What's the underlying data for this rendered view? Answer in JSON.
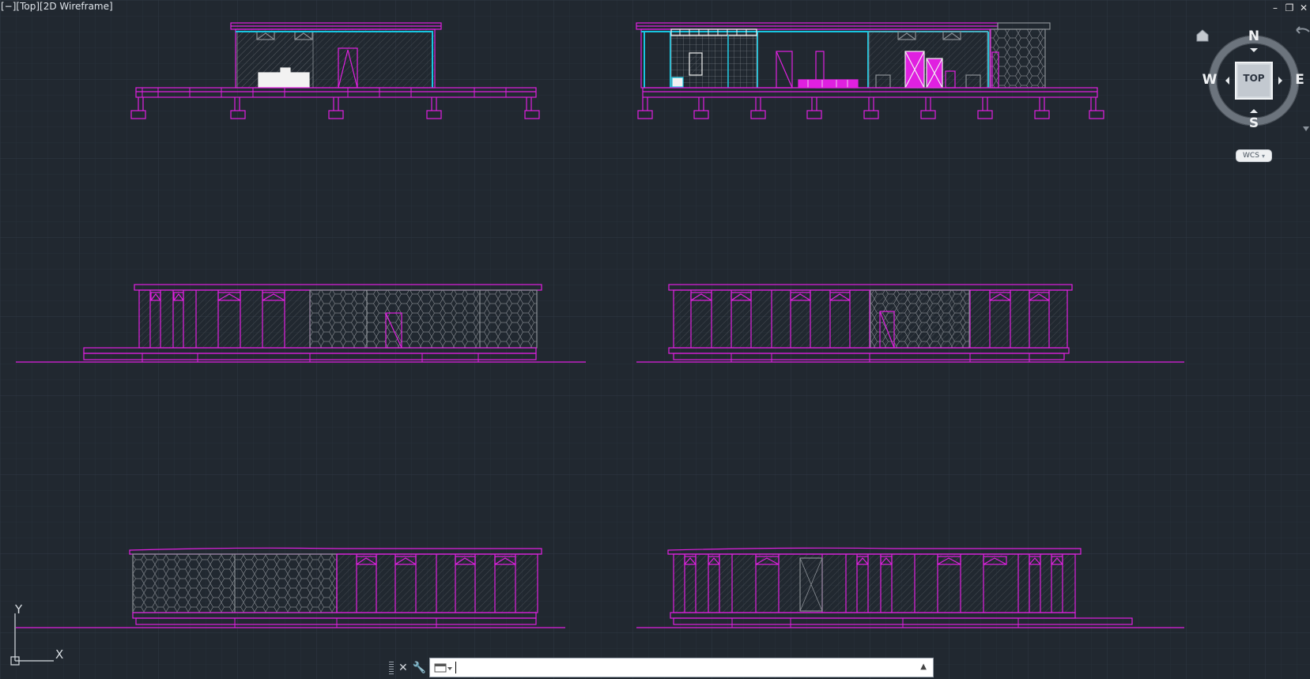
{
  "viewport": {
    "menu": "[−]",
    "view": "[Top]",
    "style": "[2D Wireframe]"
  },
  "window_controls": [
    "–",
    "❐",
    "✕"
  ],
  "viewcube": {
    "face": "TOP",
    "north": "N",
    "south": "S",
    "east": "E",
    "west": "W"
  },
  "wcs": {
    "label": "WCS"
  },
  "ucs": {
    "x": "X",
    "y": "Y"
  },
  "command_line": {
    "value": "",
    "placeholder": ""
  },
  "colors": {
    "background": "#212830",
    "grid_minor": "#262e37",
    "grid_major": "#2c3540",
    "magenta": "#e020e0",
    "cyan": "#18c6e0",
    "hatch": "#8a8f95",
    "white": "#f2f2f2"
  }
}
